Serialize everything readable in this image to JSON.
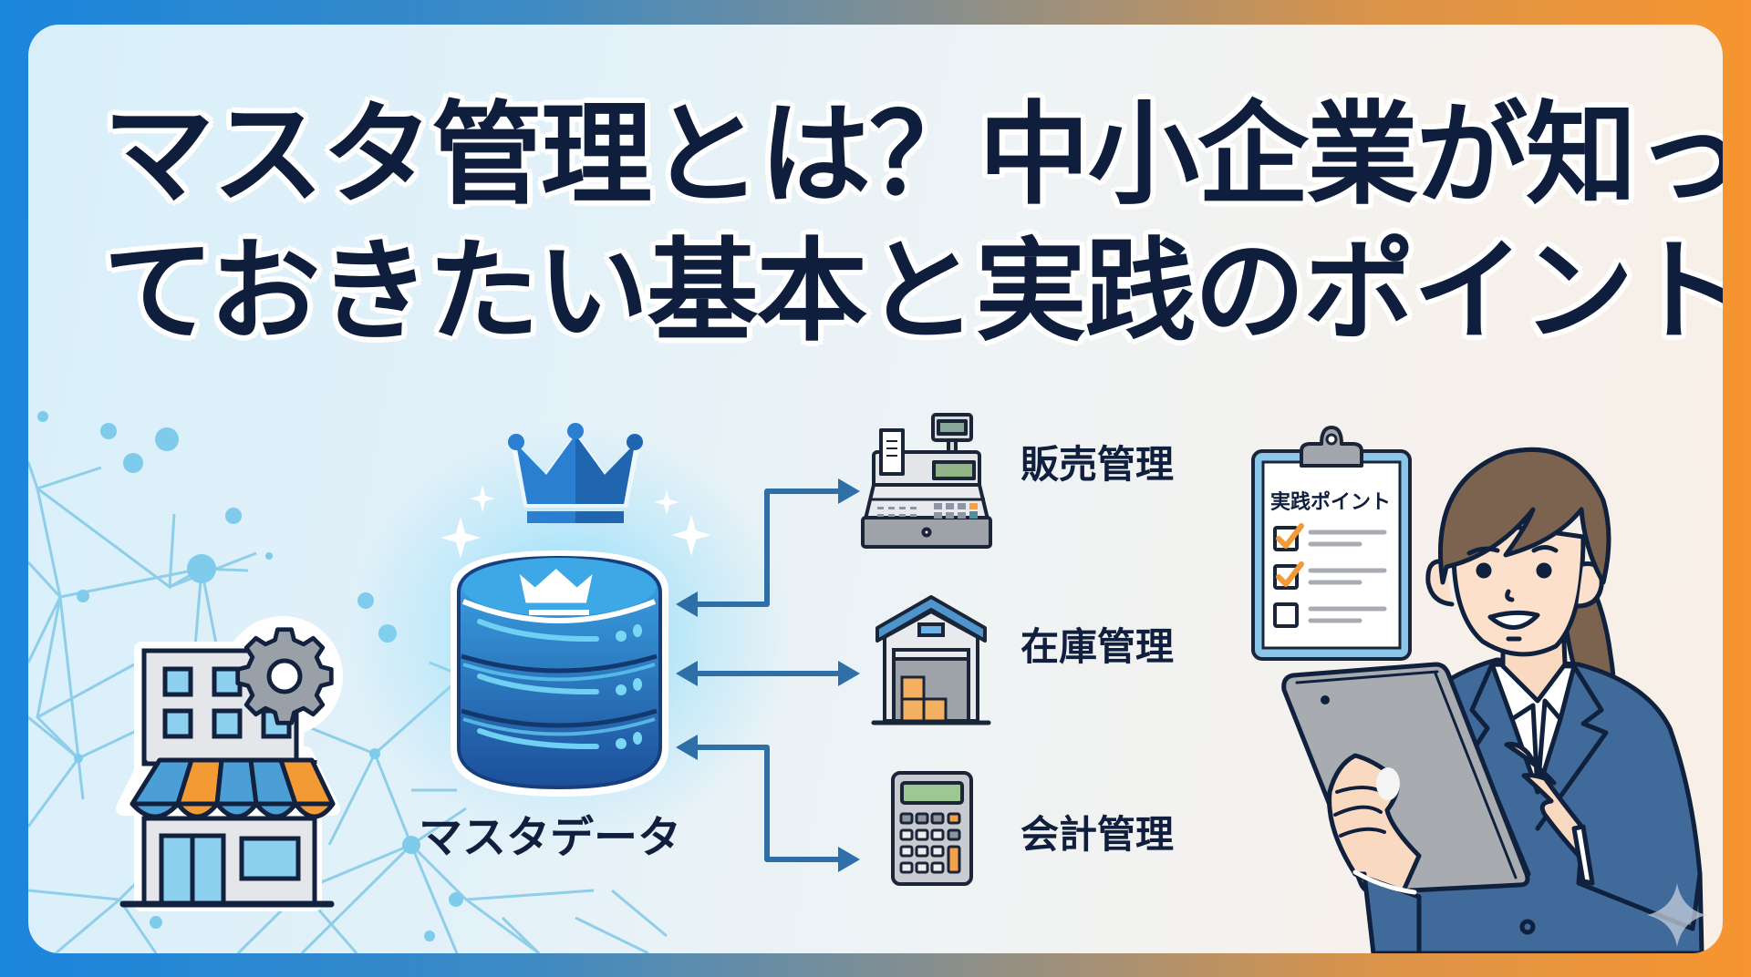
{
  "title": {
    "line1": "マスタ管理とは？中小企業が知っ",
    "line2": "ておきたい基本と実践のポイント"
  },
  "colors": {
    "frame_left": "#1a86dd",
    "frame_right": "#f7952f",
    "title_text": "#0e1e3c",
    "arrow": "#2f6fa8",
    "accent_orange": "#f39a35",
    "db_blue": "#2a7cd0"
  },
  "diagram": {
    "center": {
      "label": "マスタデータ",
      "icon": "database-crown-icon"
    },
    "systems": [
      {
        "label": "販売管理",
        "icon": "cash-register-icon",
        "arrow": "to-system"
      },
      {
        "label": "在庫管理",
        "icon": "warehouse-icon",
        "arrow": "bidirectional"
      },
      {
        "label": "会計管理",
        "icon": "calculator-icon",
        "arrow": "to-system"
      }
    ],
    "left_icon": "store-gear-icon"
  },
  "clipboard": {
    "title": "実践ポイント",
    "items": [
      {
        "checked": true
      },
      {
        "checked": true
      },
      {
        "checked": false
      }
    ]
  },
  "person": {
    "icon": "businesswoman-tablet-icon"
  }
}
